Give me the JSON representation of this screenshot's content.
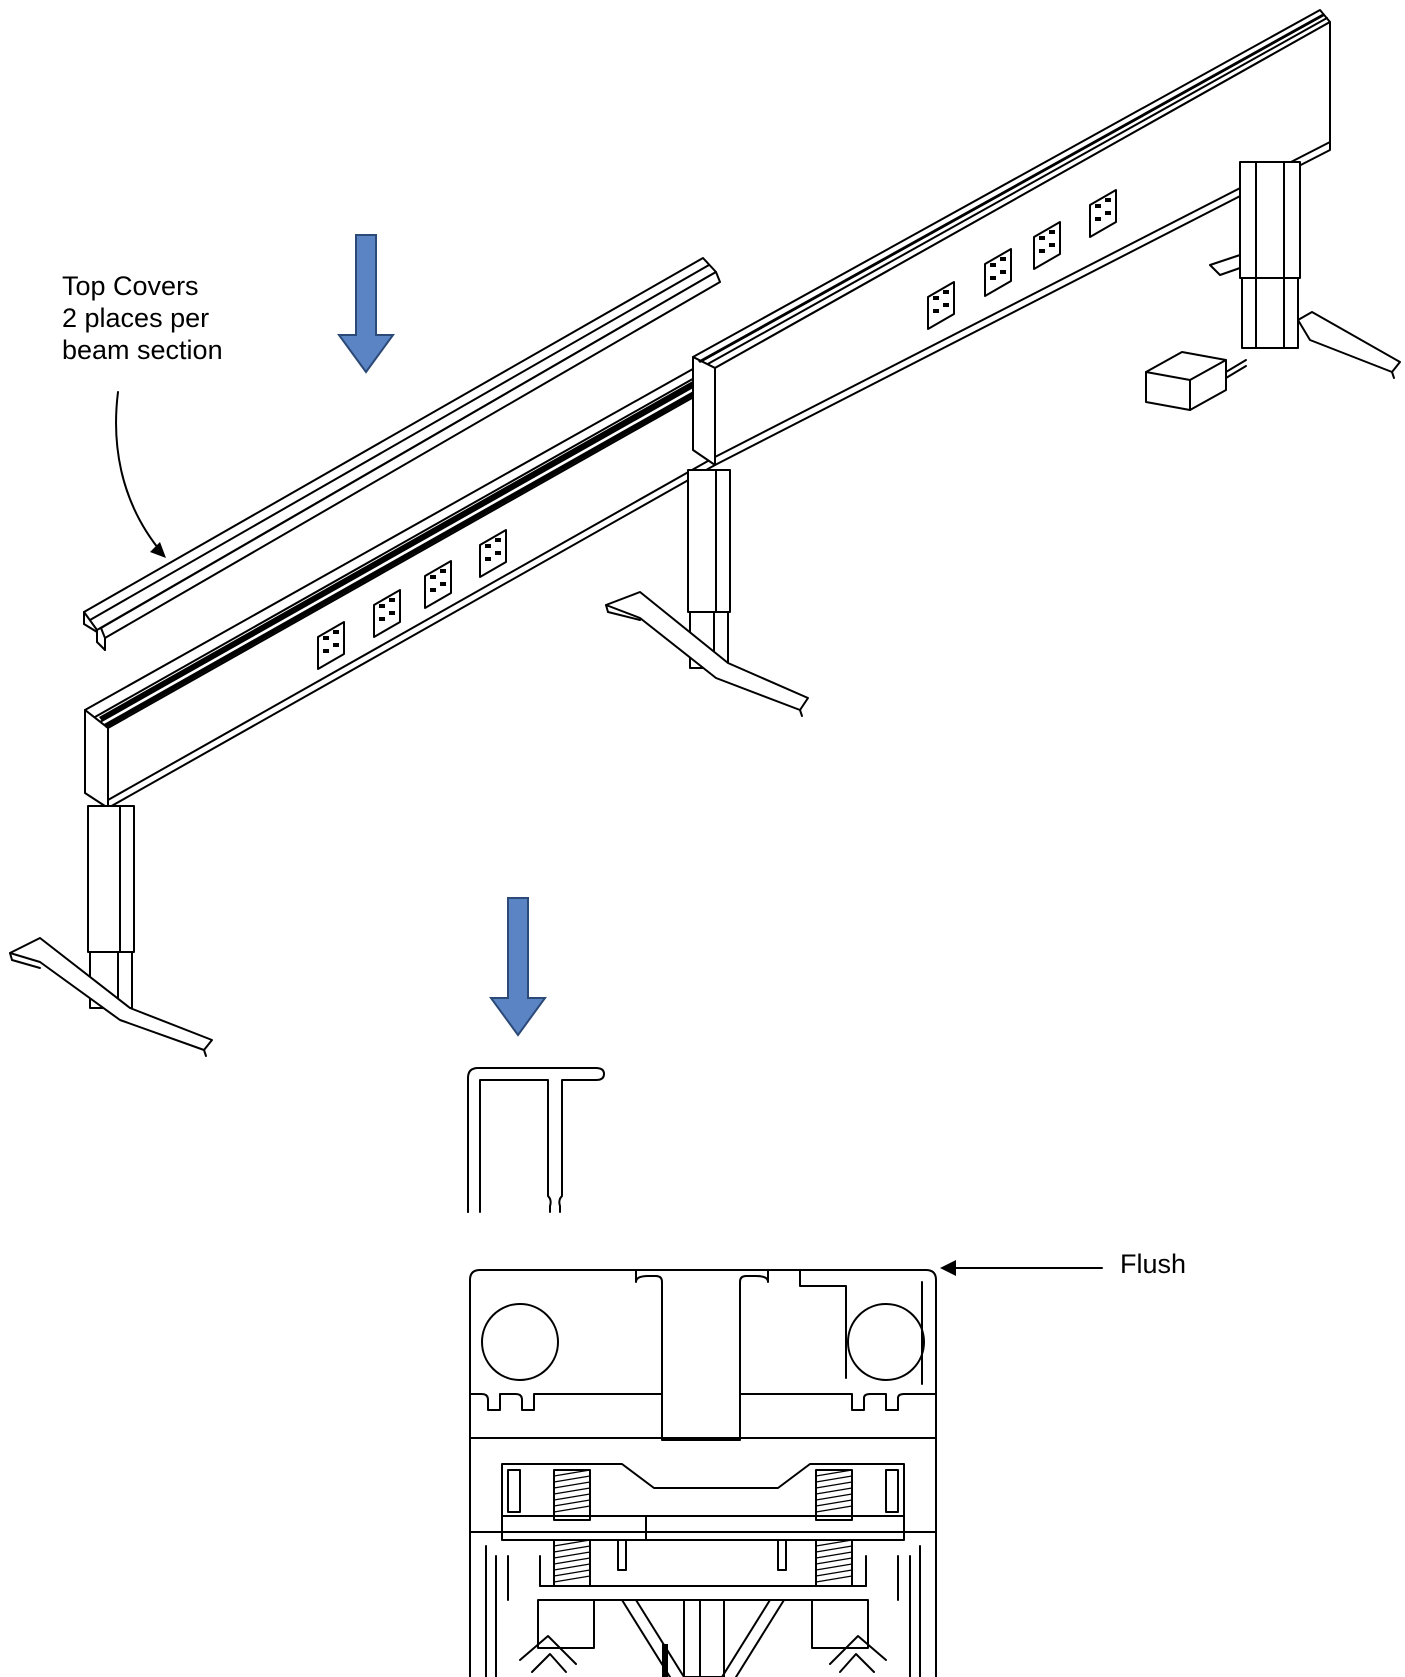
{
  "callouts": {
    "top_covers": {
      "line1": "Top Covers",
      "line2": "2 places per",
      "line3": "beam section"
    },
    "flush": "Flush"
  },
  "colors": {
    "arrow_fill": "#5b84c4",
    "arrow_stroke": "#2c4a78",
    "line": "#000000"
  },
  "icons": {
    "down_arrow": "arrow-down-icon",
    "pointer_arrow": "arrow-left-icon"
  }
}
